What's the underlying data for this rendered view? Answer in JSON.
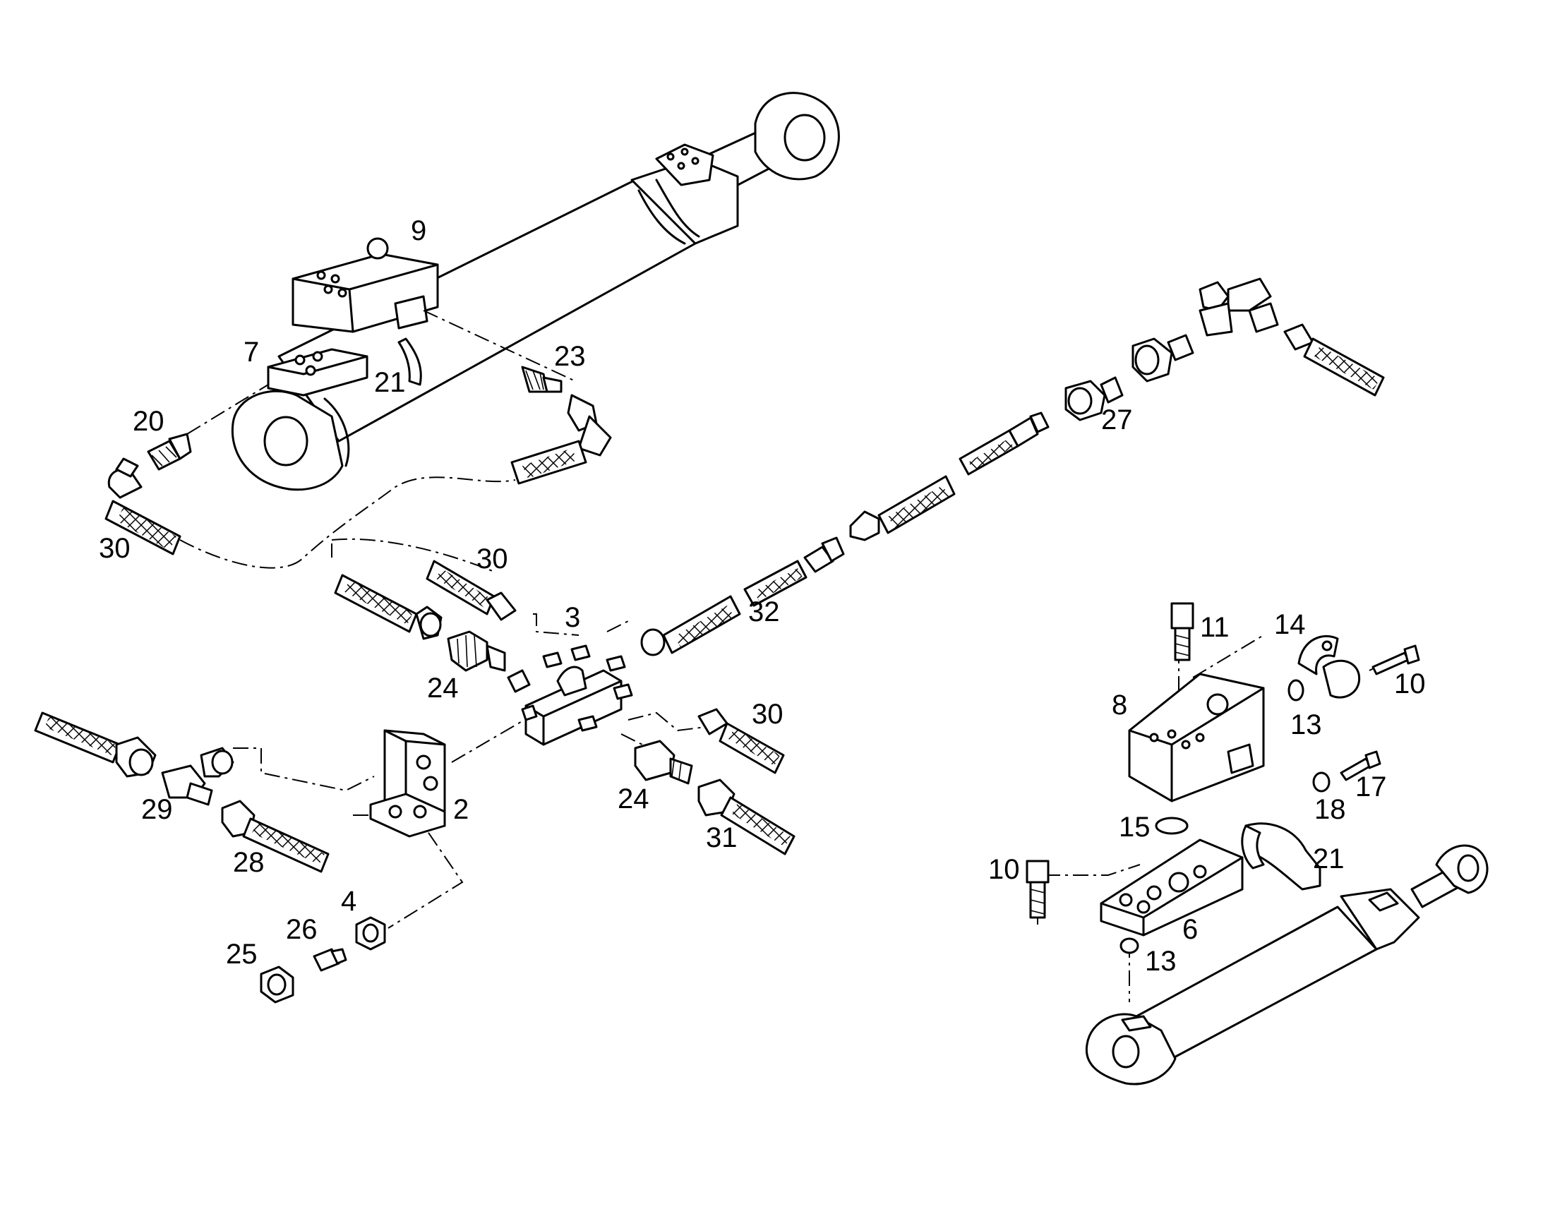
{
  "labels": {
    "l9": "9",
    "l7": "7",
    "l21a": "21",
    "l23": "23",
    "l20": "20",
    "l30a": "30",
    "l30b": "30",
    "l3": "3",
    "l32": "32",
    "l24a": "24",
    "l27": "27",
    "l30c": "30",
    "l24b": "24",
    "l31": "31",
    "l2": "2",
    "l29": "29",
    "l28": "28",
    "l4": "4",
    "l26": "26",
    "l25": "25",
    "l11": "11",
    "l14": "14",
    "l10a": "10",
    "l8": "8",
    "l13a": "13",
    "l17": "17",
    "l18": "18",
    "l15": "15",
    "l21b": "21",
    "l10b": "10",
    "l6": "6",
    "l13b": "13"
  }
}
